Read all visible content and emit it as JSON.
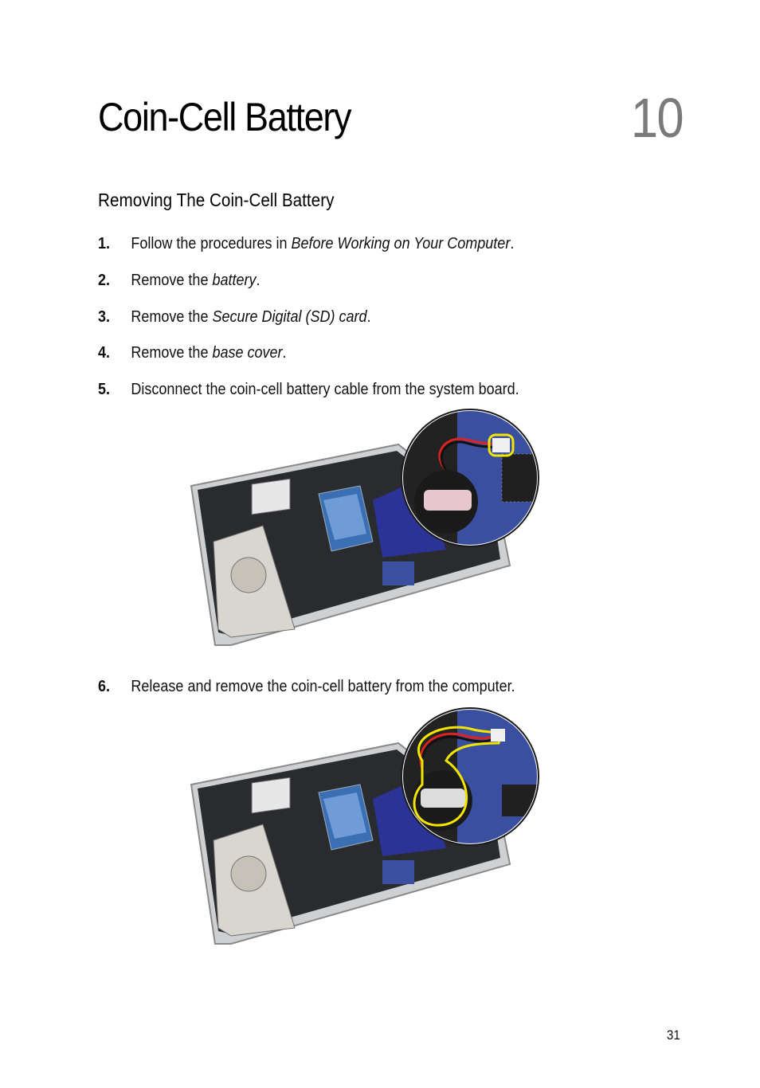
{
  "chapter": {
    "title": "Coin-Cell Battery",
    "number": "10"
  },
  "section": {
    "heading": "Removing The Coin-Cell Battery"
  },
  "steps": [
    {
      "num": "1.",
      "pre": "Follow the procedures in ",
      "link": "Before Working on Your Computer",
      "post": "."
    },
    {
      "num": "2.",
      "pre": "Remove the ",
      "link": "battery",
      "post": "."
    },
    {
      "num": "3.",
      "pre": "Remove the ",
      "link": "Secure Digital (SD) card",
      "post": "."
    },
    {
      "num": "4.",
      "pre": "Remove the ",
      "link": "base cover",
      "post": "."
    },
    {
      "num": "5.",
      "pre": "Disconnect the coin-cell battery cable from the system board.",
      "link": "",
      "post": ""
    },
    {
      "num": "6.",
      "pre": "Release and remove the coin-cell battery from the computer.",
      "link": "",
      "post": ""
    }
  ],
  "colors": {
    "highlight": "#f2e600",
    "board_blue": "#3a4fa0",
    "callout_fill": "#2b35a8"
  },
  "page_number": "31"
}
